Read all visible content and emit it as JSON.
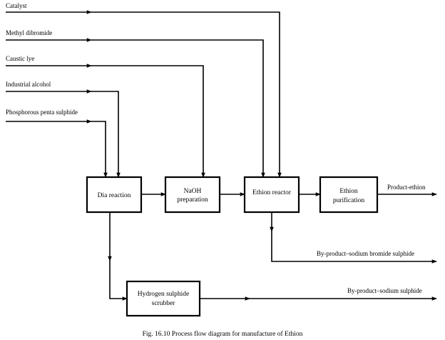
{
  "diagram": {
    "inputs": {
      "catalyst": "Catalyst",
      "methyl_dibromide": "Methyl dibromide",
      "caustic_lye": "Caustic lye",
      "industrial_alcohol": "Industrial alcohol",
      "phosphorous_penta_sulphide": "Phosphorous penta sulphide"
    },
    "boxes": {
      "dia_reaction": "Dia reaction",
      "naoh_line1": "NaOH",
      "naoh_line2": "preparation",
      "ethion_reactor": "Ethion reactor",
      "ethion_purification_line1": "Ethion",
      "ethion_purification_line2": "purification",
      "h2s_scrubber_line1": "Hydrogen sulphide",
      "h2s_scrubber_line2": "scrubber"
    },
    "outputs": {
      "product_ethion": "Product-ethion",
      "byproduct_sodium_bromide_sulphide": "By-product–sodium bromide sulphide",
      "byproduct_sodium_sulphide": "By-product–sodium sulphide"
    },
    "caption": "Fig. 16.10  Process flow diagram for manufacture of Ethion"
  }
}
